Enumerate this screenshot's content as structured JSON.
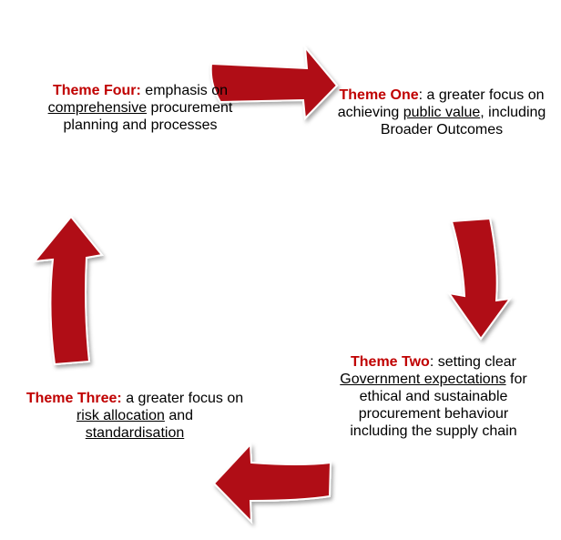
{
  "colors": {
    "accent": "#c00000",
    "arrow_fill": "#b01116",
    "arrow_edge": "#ffffff",
    "text": "#000000"
  },
  "themes": {
    "one": {
      "title": "Theme One",
      "seg1": ": a greater focus on achieving ",
      "link1": "public value",
      "seg2": ", including Broader Outcomes"
    },
    "two": {
      "title": "Theme Two",
      "seg1": ": setting clear ",
      "link1": "Government expectations",
      "seg2": " for ethical and sustainable procurement behaviour including the supply chain"
    },
    "three": {
      "title": "Theme Three:",
      "seg1": " a greater focus on ",
      "link1": "risk allocation",
      "seg2": " and ",
      "link2": "standardisation"
    },
    "four": {
      "title": "Theme Four:",
      "seg1": " emphasis on ",
      "link1": "comprehensive",
      "seg2": " procurement planning and processes"
    }
  },
  "arrows": [
    {
      "name": "arrow-top-right",
      "direction": "right"
    },
    {
      "name": "arrow-right-down",
      "direction": "down"
    },
    {
      "name": "arrow-bottom-left",
      "direction": "left"
    },
    {
      "name": "arrow-left-up",
      "direction": "up"
    }
  ]
}
